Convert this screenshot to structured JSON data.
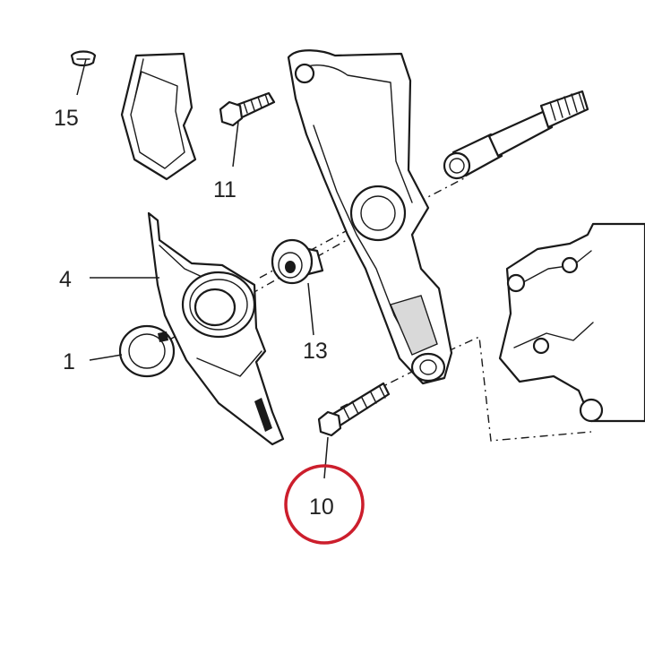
{
  "callouts": {
    "c1": "1",
    "c4": "4",
    "c10": "10",
    "c11": "11",
    "c13": "13",
    "c15": "15"
  },
  "highlighted_part": "10",
  "colors": {
    "line": "#1a1a1a",
    "highlight_ring": "#cc1e2c",
    "background": "#ffffff"
  }
}
